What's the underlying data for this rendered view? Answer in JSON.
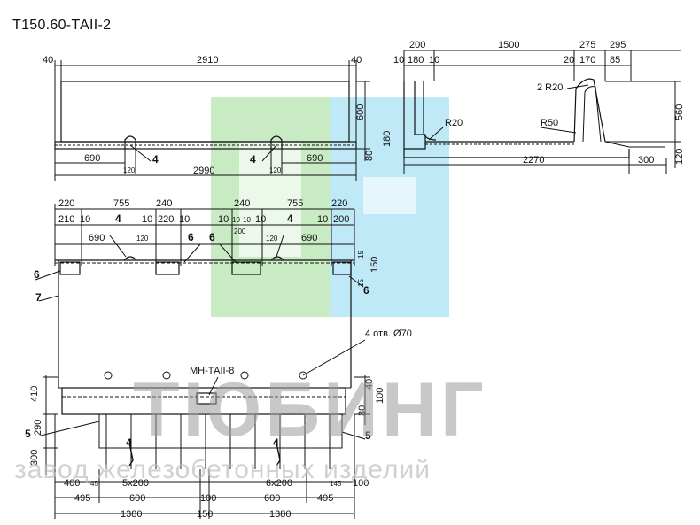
{
  "title": "Т150.60-ТАII-2",
  "watermark": {
    "brand": "ТЮБИНГ",
    "tagline": "завод железобетонных изделий",
    "colors": {
      "green": "#c9ebc4",
      "blue": "#bfe9f7",
      "gray": "#9a9a9a"
    }
  },
  "top_left": {
    "d40a": "40",
    "d2910": "2910",
    "d40b": "40",
    "d600": "600",
    "d690a": "690",
    "d120a": "120",
    "c4a": "4",
    "c4b": "4",
    "d120b": "120",
    "d690b": "690",
    "d80": "80",
    "d2990": "2990"
  },
  "top_right": {
    "d200": "200",
    "d1500": "1500",
    "d275": "275",
    "d295": "295",
    "d10a": "10",
    "d180a": "180",
    "d10b": "10",
    "d20": "20",
    "d170": "170",
    "d85": "85",
    "r2r20": "2 R20",
    "r20": "R20",
    "r50": "R50",
    "d560": "560",
    "d180b": "180",
    "d2270": "2270",
    "d300": "300",
    "d120": "120"
  },
  "plan": {
    "d220a": "220",
    "d755a": "755",
    "d240a": "240",
    "d240b": "240",
    "d755b": "755",
    "d220b": "220",
    "d210": "210",
    "d10a": "10",
    "c4a": "4",
    "d10b": "10",
    "d220c": "220",
    "d10c": "10",
    "d10d": "10",
    "d10e": "10",
    "d10f": "10",
    "d10g": "10",
    "c4b": "4",
    "d10h": "10",
    "d200a": "200",
    "d200b": "200",
    "d690a": "690",
    "d120a": "120",
    "c6a": "6",
    "c6b": "6",
    "d120b": "120",
    "d690b": "690",
    "d15a": "15",
    "d150": "150",
    "d15b": "15",
    "c6c": "6",
    "c6d": "6",
    "c7": "7",
    "holes": "4 отв. Ø70",
    "mh": "МН-ТАII-8",
    "d410": "410",
    "d40": "40",
    "d100a": "100",
    "c5a": "5",
    "d290": "290",
    "d30": "30",
    "c5b": "5",
    "d300": "300",
    "c4c": "4",
    "c4d": "4",
    "d400": "400",
    "d45": "45",
    "d5x200": "5x200",
    "d6x200": "6x200",
    "d145": "145",
    "d100b": "100",
    "d495a": "495",
    "d600a": "600",
    "d100c": "100",
    "d600b": "600",
    "d495b": "495",
    "d1380a": "1380",
    "d150b": "150",
    "d1380b": "1380"
  }
}
